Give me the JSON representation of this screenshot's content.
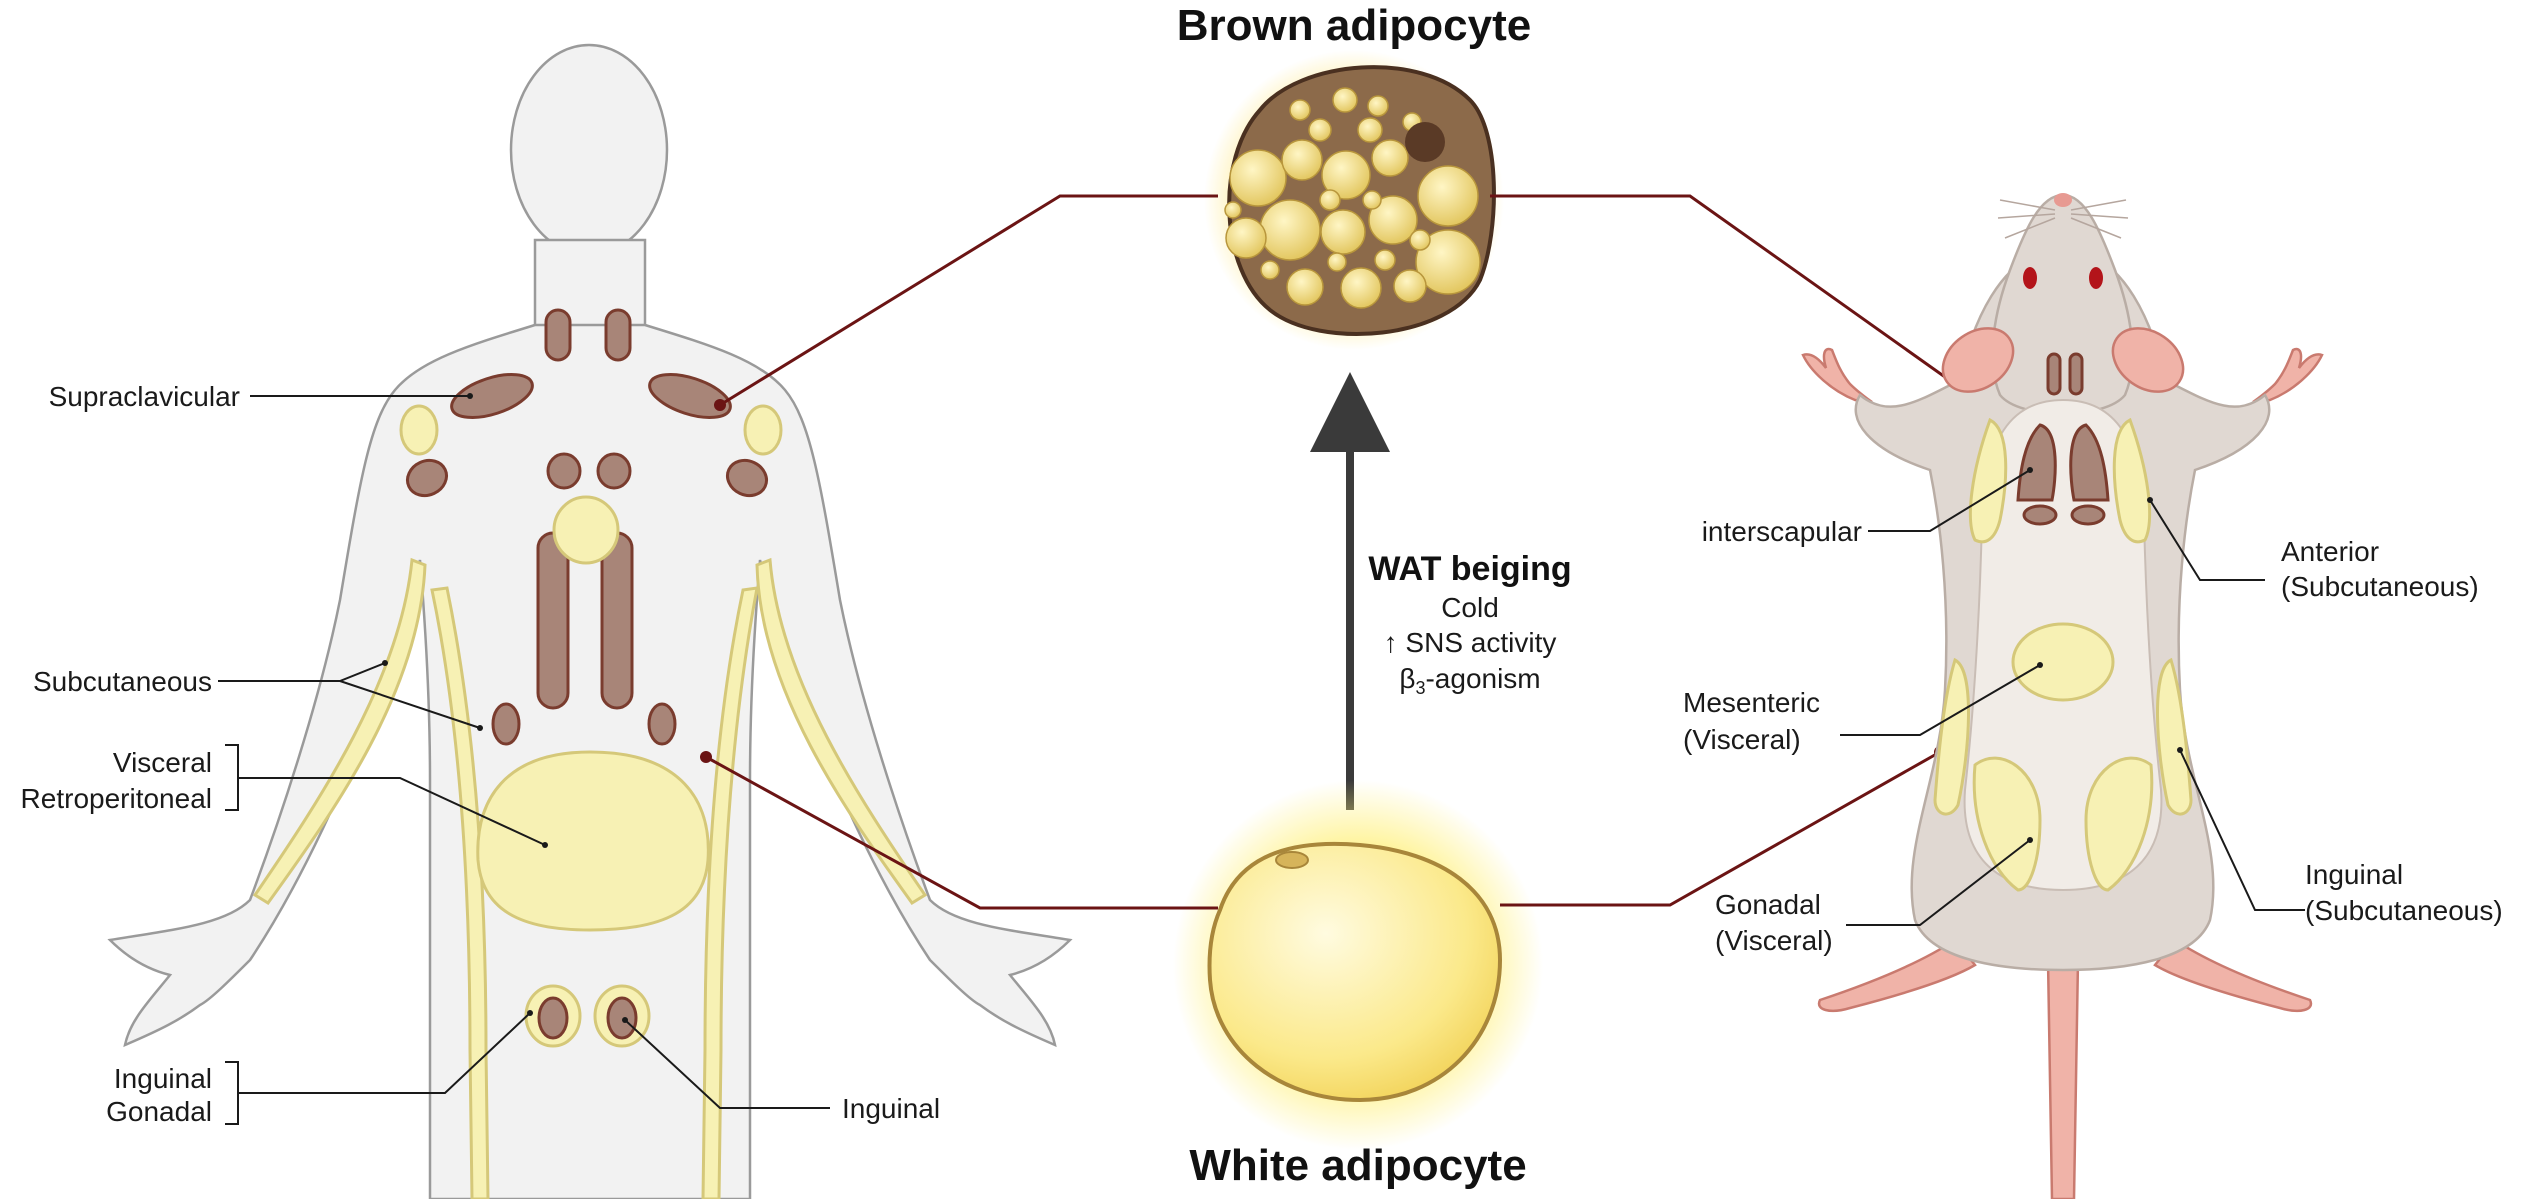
{
  "titles": {
    "brown": "Brown adipocyte",
    "white": "White adipocyte"
  },
  "beiging": {
    "title": "WAT beiging",
    "line1": "Cold",
    "line2": "↑ SNS activity",
    "line3_prefix": "β",
    "line3_sub": "3",
    "line3_suffix": "-agonism"
  },
  "human_labels": {
    "supraclavicular": "Supraclavicular",
    "subcutaneous": "Subcutaneous",
    "visceral": "Visceral",
    "retroperitoneal": "Retroperitoneal",
    "inguinal_left": "Inguinal",
    "gonadal": "Gonadal",
    "inguinal_right": "Inguinal"
  },
  "mouse_labels": {
    "interscapular": "interscapular",
    "anterior_1": "Anterior",
    "anterior_2": "(Subcutaneous)",
    "mesenteric_1": "Mesenteric",
    "mesenteric_2": "(Visceral)",
    "gonadal_1": "Gonadal",
    "gonadal_2": "(Visceral)",
    "inguinal_1": "Inguinal",
    "inguinal_2": "(Subcutaneous)"
  },
  "colors": {
    "brown_fat": "#a88578",
    "white_fat": "#f7f1b4",
    "connector": "#6b1414",
    "arrow": "#3a3a3a"
  }
}
